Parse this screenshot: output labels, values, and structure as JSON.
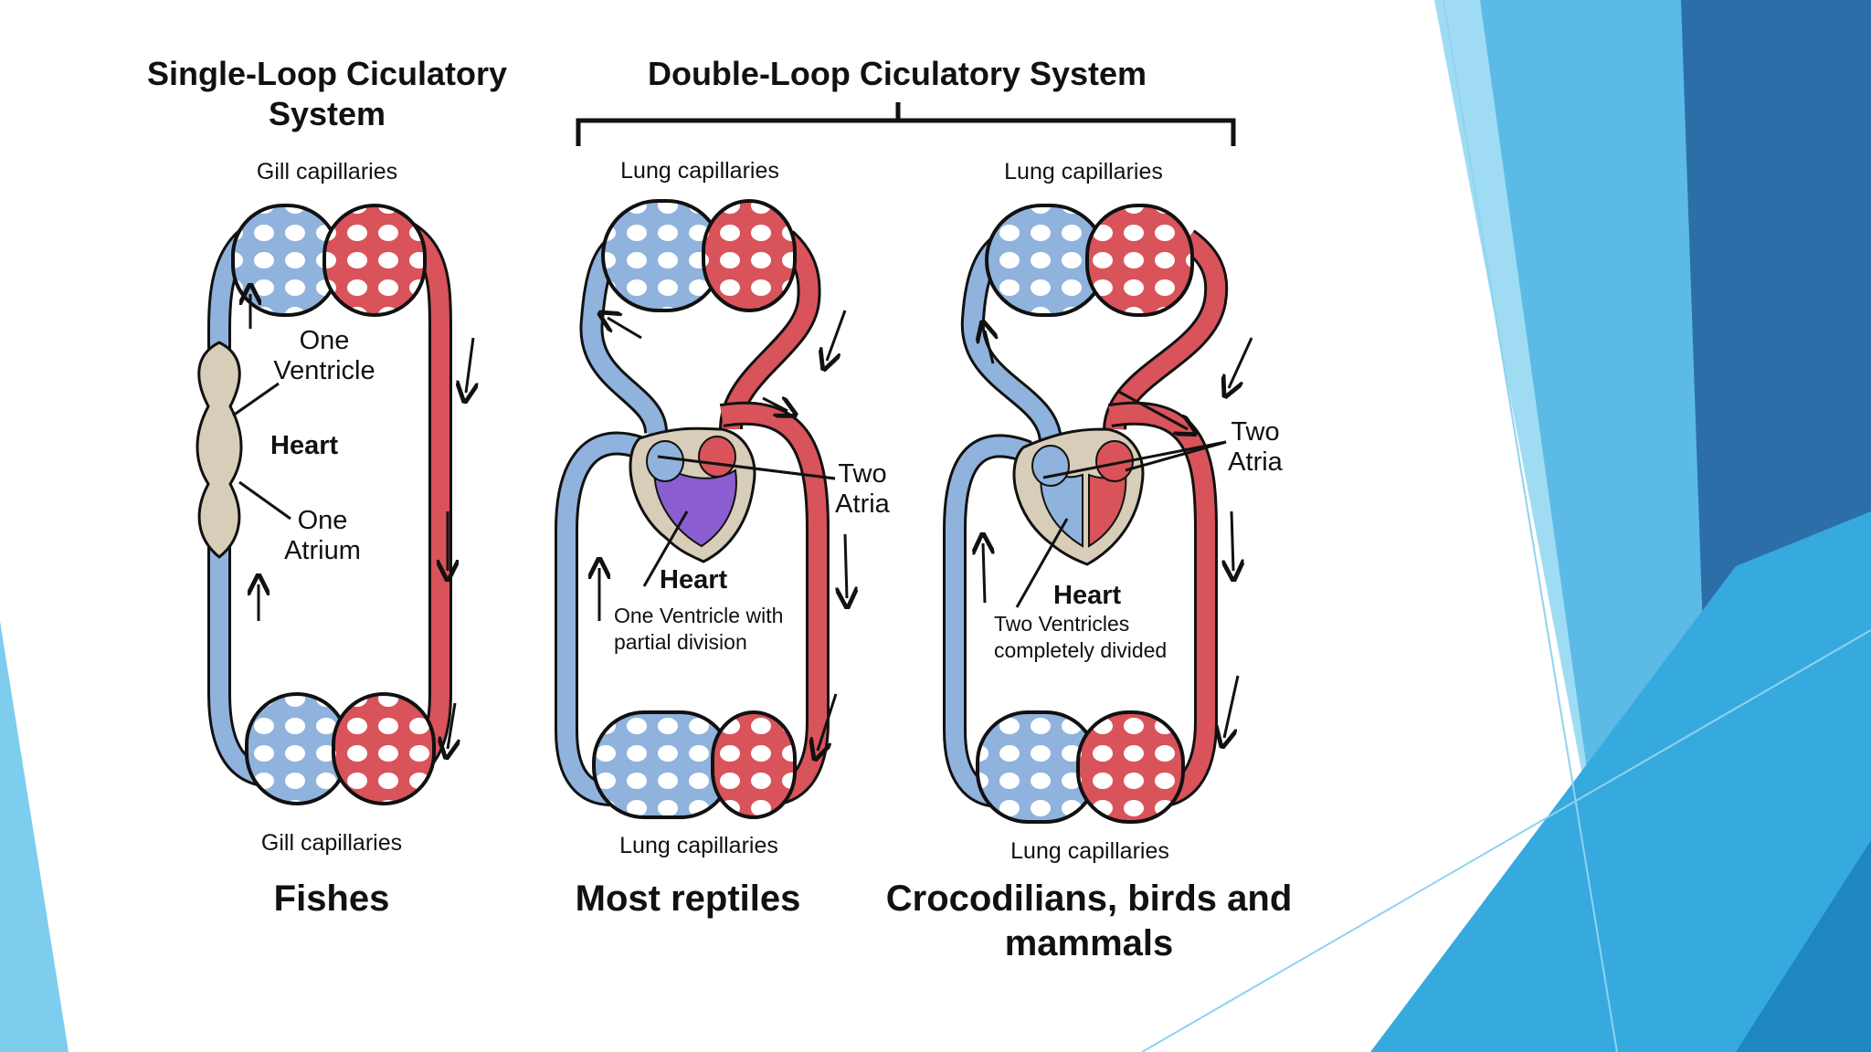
{
  "headings": {
    "single_loop_line1": "Single-Loop Ciculatory",
    "single_loop_line2": "System",
    "double_loop": "Double-Loop Ciculatory System"
  },
  "fish": {
    "top_label": "Gill capillaries",
    "bottom_label": "Gill capillaries",
    "ventricle_line1": "One",
    "ventricle_line2": "Ventricle",
    "heart": "Heart",
    "atrium_line1": "One",
    "atrium_line2": "Atrium",
    "caption": "Fishes"
  },
  "reptile": {
    "top_label": "Lung capillaries",
    "bottom_label": "Lung capillaries",
    "atria_line1": "Two",
    "atria_line2": "Atria",
    "heart": "Heart",
    "ventricle_line1": "One Ventricle with",
    "ventricle_line2": "partial division",
    "caption": "Most reptiles"
  },
  "mammal": {
    "top_label": "Lung capillaries",
    "bottom_label": "Lung capillaries",
    "atria_line1": "Two",
    "atria_line2": "Atria",
    "heart": "Heart",
    "ventricle_line1": "Two Ventricles",
    "ventricle_line2": "completely divided",
    "caption_line1": "Crocodilians, birds and",
    "caption_line2": "mammals"
  },
  "colors": {
    "deoxygenated": "#8fb3dd",
    "oxygenated": "#d9535a",
    "mixed": "#8a5ed0",
    "heart_tissue": "#d8cdb8",
    "slide_blue_dark": "#2c6fa8",
    "slide_blue_light": "#7fcdee"
  }
}
